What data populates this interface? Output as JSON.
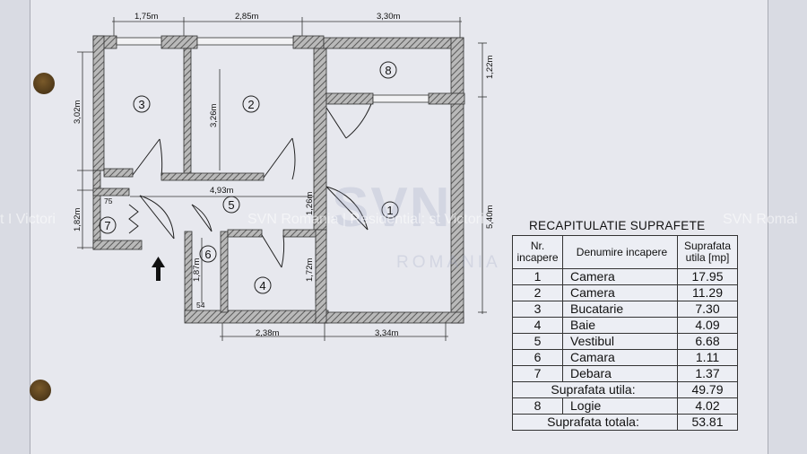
{
  "dimensions": {
    "top_1": "1,75m",
    "top_2": "2,85m",
    "top_3": "3,30m",
    "right_1": "1,22m",
    "right_2": "5,40m",
    "left_1": "3,02m",
    "left_2": "1,82m",
    "room2_height": "3,26m",
    "hall_width": "4,93m",
    "hall_gap": "1,26m",
    "small_75": "75",
    "small_54": "54",
    "room6_height": "1,87m",
    "room4_height": "1,72m",
    "bottom_1": "2,38m",
    "bottom_2": "3,34m"
  },
  "room_numbers": [
    "1",
    "2",
    "3",
    "4",
    "5",
    "6",
    "7",
    "8"
  ],
  "watermark": {
    "left": "t I Victori",
    "center": "SVN Romania | Residential: st Victori",
    "right": "SVN Romai",
    "logo": "SVN",
    "logo_sub": "ROMANIA"
  },
  "recap": {
    "title": "RECAPITULATIE SUPRAFETE",
    "headers": {
      "nr": "Nr. incapere",
      "name": "Denumire incapere",
      "area": "Suprafata utila [mp]"
    },
    "rows": [
      {
        "nr": "1",
        "name": "Camera",
        "area": "17.95"
      },
      {
        "nr": "2",
        "name": "Camera",
        "area": "11.29"
      },
      {
        "nr": "3",
        "name": "Bucatarie",
        "area": "7.30"
      },
      {
        "nr": "4",
        "name": "Baie",
        "area": "4.09"
      },
      {
        "nr": "5",
        "name": "Vestibul",
        "area": "6.68"
      },
      {
        "nr": "6",
        "name": "Camara",
        "area": "1.11"
      },
      {
        "nr": "7",
        "name": "Debara",
        "area": "1.37"
      }
    ],
    "util_label": "Suprafata utila:",
    "util_value": "49.79",
    "logie": {
      "nr": "8",
      "name": "Logie",
      "area": "4.02"
    },
    "total_label": "Suprafata totala:",
    "total_value": "53.81"
  },
  "colors": {
    "wall": "#6e6e6e",
    "line": "#2a2a2a",
    "paper": "#e7e8ee"
  }
}
